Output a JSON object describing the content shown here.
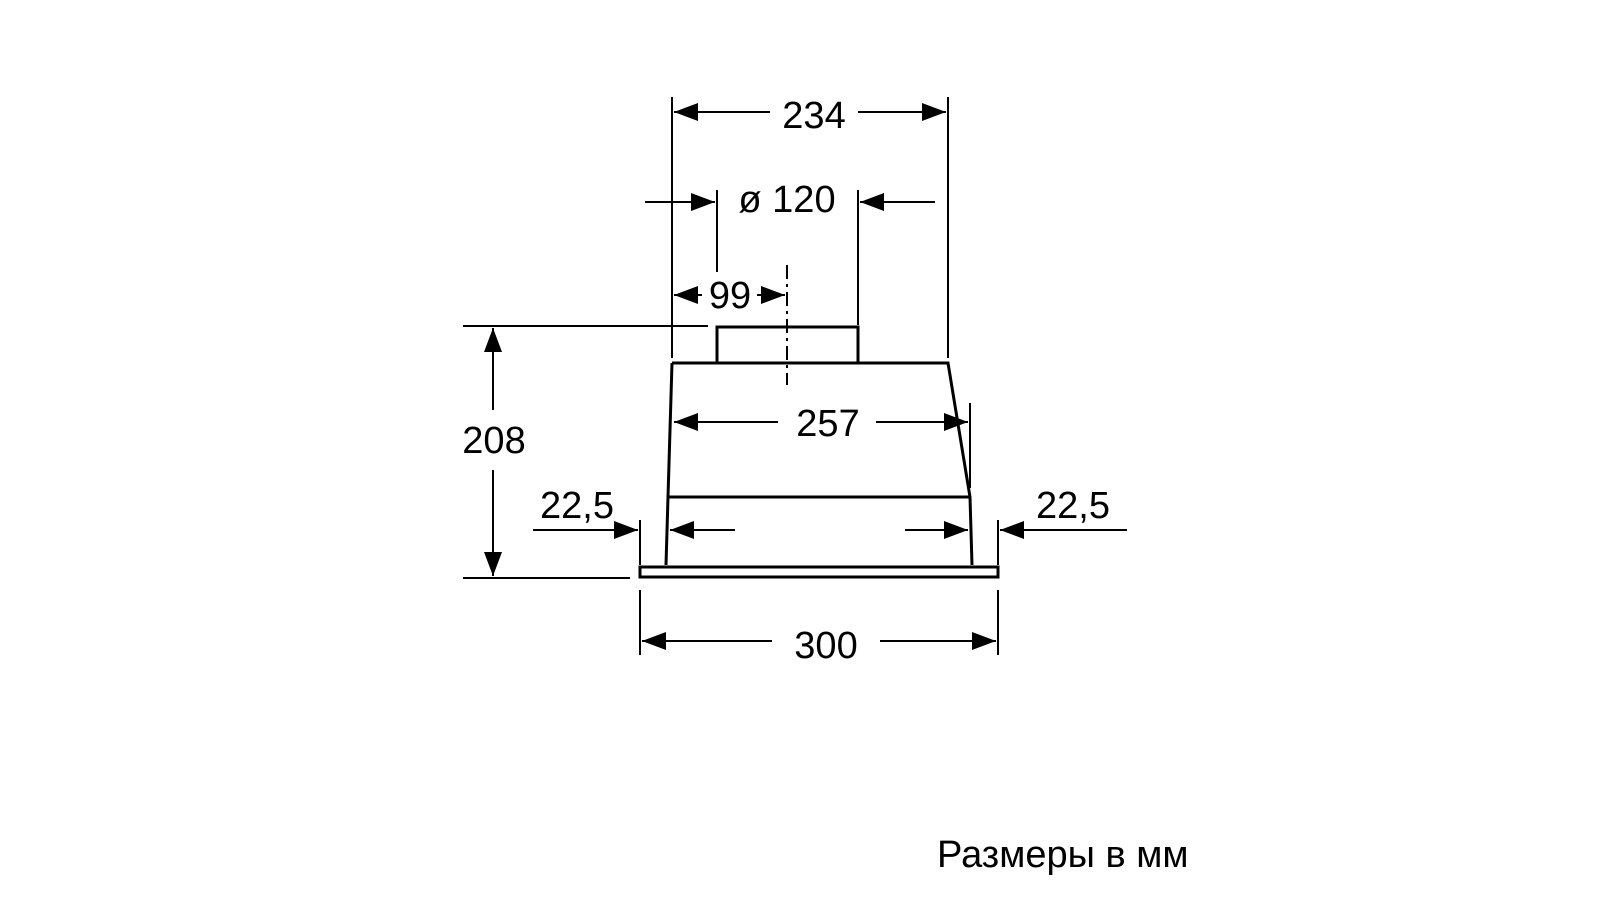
{
  "dimensions": {
    "top_width": "234",
    "duct_diameter": "ø 120",
    "duct_offset": "99",
    "height": "208",
    "body_width": "257",
    "left_overhang": "22,5",
    "right_overhang": "22,5",
    "total_width": "300"
  },
  "caption": "Размеры в мм",
  "colors": {
    "line": "#000000",
    "background": "#ffffff"
  }
}
